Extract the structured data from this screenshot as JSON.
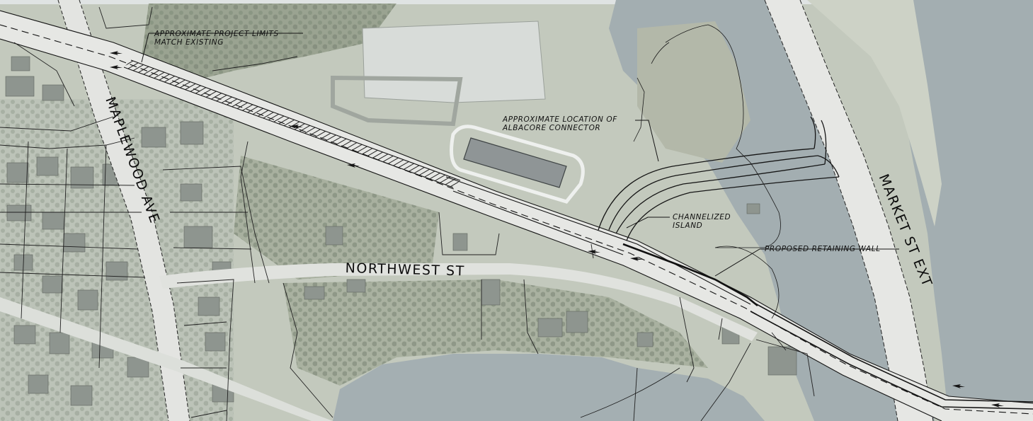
{
  "labels": {
    "project_limits": [
      "APPROXIMATE PROJECT LIMITS",
      "MATCH EXISTING"
    ],
    "albacore": [
      "APPROXIMATE LOCATION OF",
      "ALBACORE CONNECTOR"
    ],
    "channelized": [
      "CHANNELIZED",
      "ISLAND"
    ],
    "retaining_wall": "PROPOSED RETAINING WALL"
  },
  "streets": {
    "maplewood": "MAPLEWOOD AVE",
    "northwest": "NORTHWEST ST",
    "market": "MARKET ST EXT"
  },
  "colors": {
    "water": "#a3aeb1",
    "land": "#c3c9bd",
    "vegetation": "#8f9a88",
    "pavement": "#e4e5e2",
    "linework": "#151515"
  }
}
